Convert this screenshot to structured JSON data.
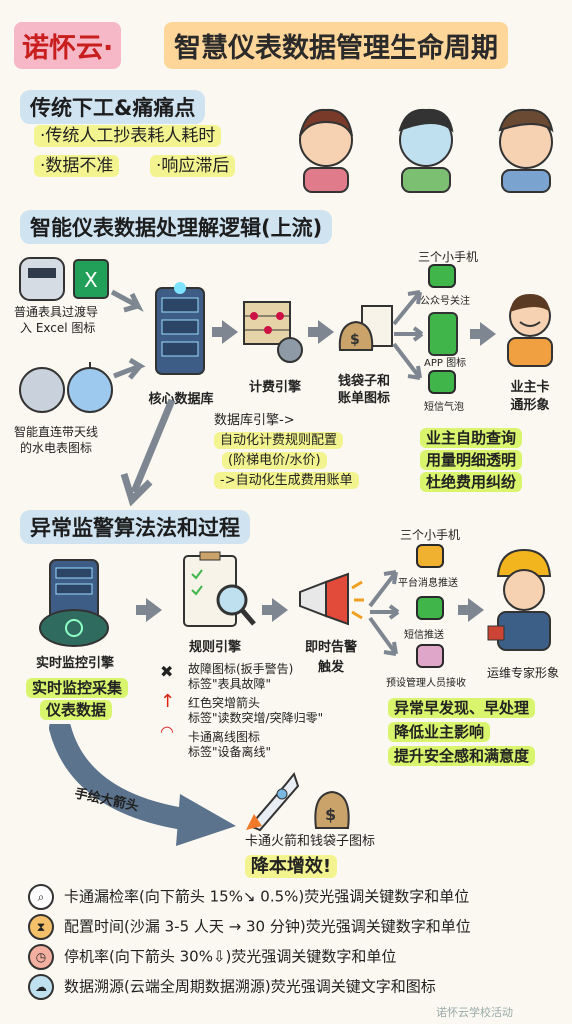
{
  "title": {
    "part1": "诺怀云·",
    "part2": "智慧仪表数据管理生命周期"
  },
  "section1": {
    "heading": "传统下工&痛痛点",
    "bullets": [
      "·传统人工抄表耗人耗时",
      "·数据不准",
      "·响应滞后"
    ]
  },
  "section2": {
    "heading": "智能仪表数据处理解逻辑(上流)",
    "meter_label": "普通表具过渡导\n入 Excel 图标",
    "meter_label_1": "普通表具过渡导",
    "meter_label_2": "入 Excel 图标",
    "smart_label_1": "智能直连带天线",
    "smart_label_2": "的水电表图标",
    "db_label": "核心数据库",
    "billing_label": "计费引擎",
    "bag_label_1": "钱袋子和",
    "bag_label_2": "账单图标",
    "phones_title": "三个小手机",
    "phone_items": [
      "公众号关注",
      "APP 图标",
      "短信气泡"
    ],
    "owner_label_1": "业主卡",
    "owner_label_2": "通形象",
    "engine_text": [
      "数据库引擎->",
      "自动化计费规则配置",
      "(阶梯电价/水价)",
      "->自动化生成费用账单"
    ],
    "benefits": [
      "业主自助查询",
      "用量明细透明",
      "杜绝费用纠纷"
    ]
  },
  "section3": {
    "heading": "异常监警算法法和过程",
    "monitor_label": "实时监控引擎",
    "monitor_sub_1": "实时监控采集",
    "monitor_sub_2": "仪表数据",
    "rule_label": "规则引擎",
    "alarm_label_1": "即时告警",
    "alarm_label_2": "触发",
    "phones_title": "三个小手机",
    "phone_items": [
      "平台消息推送",
      "短信推送",
      "预设管理人员接收"
    ],
    "expert_label": "运维专家形象",
    "rules": [
      "故障图标(扳手警告)",
      "标签\"表具故障\"",
      "红色突增箭头",
      "标签\"读数突增/突降归零\"",
      "卡通离线图标",
      "标签\"设备离线\""
    ],
    "benefits": [
      "异常早发现、早处理",
      "降低业主影响",
      "提升安全感和满意度"
    ],
    "big_arrow_label": "手绘大箭头"
  },
  "rocket": {
    "label": "卡通火箭和钱袋子图标",
    "slogan": "降本增效!"
  },
  "bottom": [
    {
      "icon": "magnifier-icon",
      "text": "卡通漏检率(向下箭头 15%↘ 0.5%)荧光强调关键数字和单位"
    },
    {
      "icon": "hourglass-icon",
      "text": "配置时间(沙漏 3-5 人天 → 30 分钟)荧光强调关键数字和单位"
    },
    {
      "icon": "clock-icon",
      "text": "停机率(向下箭头 30%⇩)荧光强调关键数字和单位"
    },
    {
      "icon": "cloud-icon",
      "text": "数据溯源(云端全周期数据溯源)荧光强调关键文字和图标"
    }
  ],
  "watermark": "诺怀云学校活动"
}
